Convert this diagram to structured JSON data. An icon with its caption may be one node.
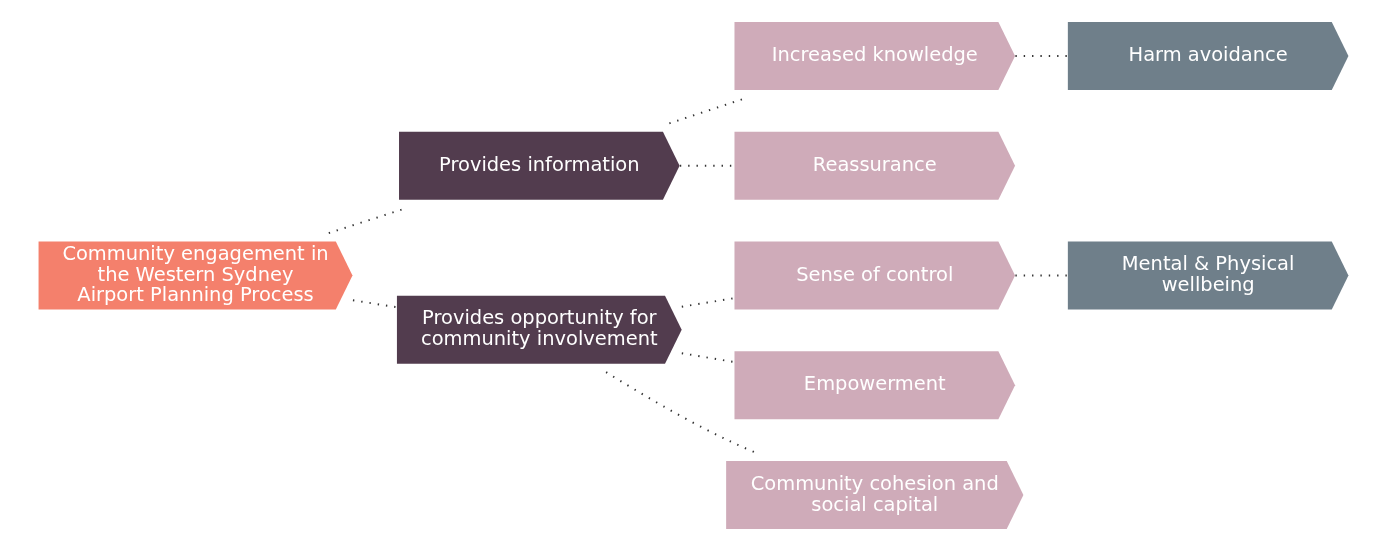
{
  "diagram": {
    "nodes": [
      {
        "text": [
          "Community engagement in the Western Sydney Airport Planning Process"
        ]
      },
      {
        "text": [
          "Provides information"
        ]
      },
      {
        "text": [
          "Provides opportunity for community involvement"
        ]
      },
      {
        "text": [
          "Increased knowledge"
        ]
      },
      {
        "text": [
          "Reassurance"
        ]
      },
      {
        "text": [
          "Sense of control"
        ]
      },
      {
        "text": [
          "Empowerment"
        ]
      },
      {
        "text": [
          "Community cohesion and social capital"
        ]
      },
      {
        "text": [
          "Harm avoidance"
        ]
      },
      {
        "text": [
          "Mental & Physical wellbeing"
        ]
      }
    ],
    "edges": [
      {
        "from": 0,
        "to": 1,
        "arrow": "none"
      },
      {
        "from": 0,
        "to": 2,
        "arrow": "none"
      },
      {
        "from": 1,
        "to": 3,
        "arrow": "none"
      },
      {
        "from": 1,
        "to": 4,
        "arrow": "none"
      },
      {
        "from": 2,
        "to": 5,
        "arrow": "none"
      },
      {
        "from": 2,
        "to": 6,
        "arrow": "none"
      },
      {
        "from": 2,
        "to": 7,
        "arrow": "none"
      },
      {
        "from": 3,
        "to": 8,
        "arrow": "none"
      },
      {
        "from": 5,
        "to": 9,
        "arrow": "none"
      }
    ]
  }
}
